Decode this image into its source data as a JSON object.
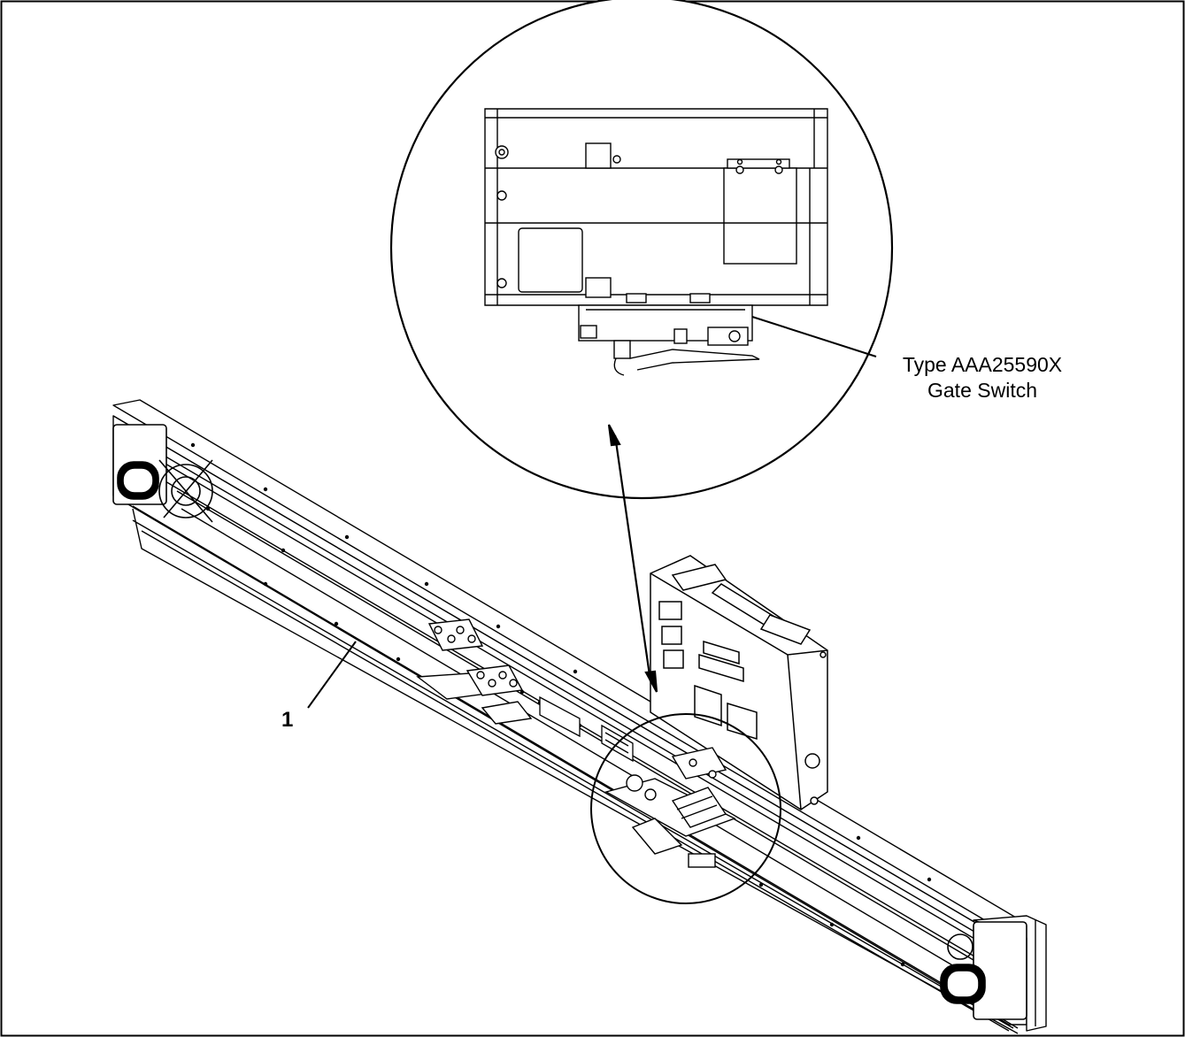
{
  "callout": {
    "line1": "Type AAA25590X",
    "line2": "Gate Switch"
  },
  "reference_number": "1",
  "icons": {
    "detail_view": "magnified-gate-switch-detail",
    "assembly": "door-operator-header-assembly"
  }
}
